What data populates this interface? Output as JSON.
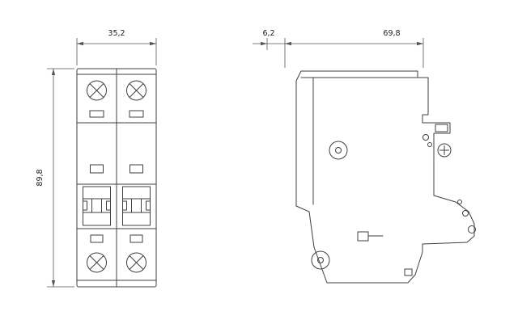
{
  "page": {
    "background_color": "#ffffff",
    "line_color": "#3f3f3f",
    "dimension_color": "#555555"
  },
  "drawing": {
    "front_view": {
      "width_label": "35,2",
      "height_label": "89,8"
    },
    "side_view": {
      "front_offset_label": "6,2",
      "depth_label": "69,8"
    }
  }
}
